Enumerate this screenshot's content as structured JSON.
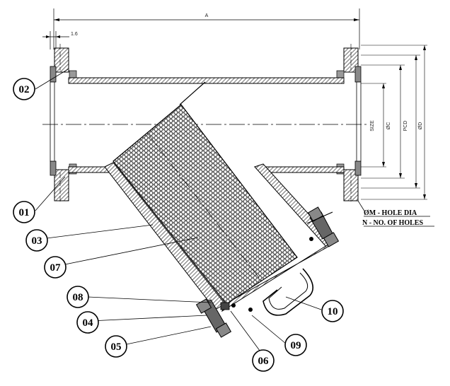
{
  "dimensions": {
    "overall_length": "A",
    "flange_thickness": "1.6",
    "size": "SIZE",
    "diameter_c": "ØC",
    "pcd": "PCD",
    "diameter_d": "ØD"
  },
  "legend": {
    "hole_dia": "ØM - HOLE DIA",
    "no_of_holes": "N - NO. OF HOLES"
  },
  "callouts": [
    "02",
    "01",
    "03",
    "07",
    "08",
    "04",
    "05",
    "06",
    "09",
    "10"
  ],
  "colors": {
    "line": "#000000",
    "hatch": "#5a5a5a",
    "gasket": "#888888",
    "mesh": "#3a3a3a"
  }
}
